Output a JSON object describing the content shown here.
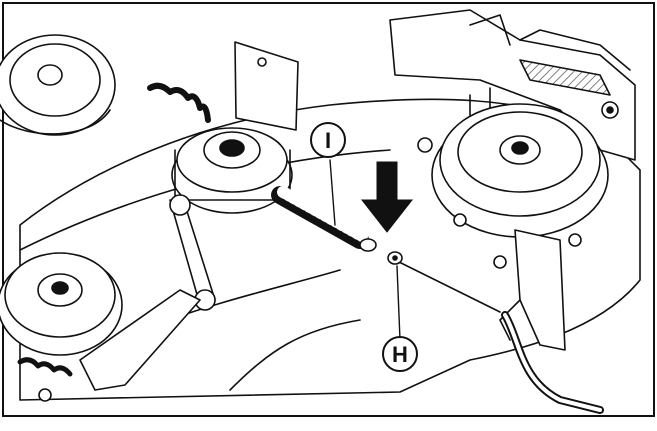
{
  "figure": {
    "callouts": [
      {
        "id": "I",
        "label": "I"
      },
      {
        "id": "H",
        "label": "H"
      }
    ],
    "colors": {
      "line": "#111111",
      "background": "#ffffff",
      "arrow": "#111111"
    },
    "icons": [
      "down-arrow-icon"
    ]
  }
}
